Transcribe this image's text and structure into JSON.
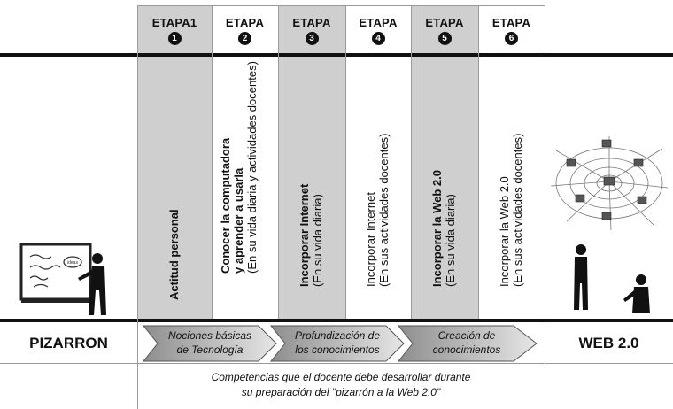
{
  "stages": [
    {
      "label": "ETAPA1",
      "num": "1",
      "title": "Actitud personal",
      "note": ""
    },
    {
      "label": "ETAPA",
      "num": "2",
      "title": "Conocer la computadora\ny aprender a usarla",
      "note": "(En su vida diaria y actividades docentes)"
    },
    {
      "label": "ETAPA",
      "num": "3",
      "title": "Incorporar Internet",
      "note": "(En su vida diaria)"
    },
    {
      "label": "ETAPA",
      "num": "4",
      "title": "Incorporar Internet",
      "note": "(En sus actividades docentes)"
    },
    {
      "label": "ETAPA",
      "num": "5",
      "title": "Incorporar la Web 2.0",
      "note": "(En su vida diaria)"
    },
    {
      "label": "ETAPA",
      "num": "6",
      "title": "Incorporar la Web 2.0",
      "note": "(En sus actividades docentes)"
    }
  ],
  "left_label": "PIZARRON",
  "right_label": "WEB 2.0",
  "arrows": [
    {
      "line1": "Nociones básicas",
      "line2": "de Tecnología"
    },
    {
      "line1": "Profundización de",
      "line2": "los conocimientos"
    },
    {
      "line1": "Creación de",
      "line2": "conocimientos"
    }
  ],
  "bottom": {
    "line1": "Competencias que el docente debe desarrollar durante",
    "line2": "su preparación del \"pizarrón a la Web 2.0\""
  },
  "colors": {
    "gray": "#cfcfcf",
    "dark": "#111111",
    "arrow_fill": "#c6c6c6"
  },
  "icons": {
    "left": "teacher-whiteboard-illustration",
    "right": "web-network-illustration"
  }
}
